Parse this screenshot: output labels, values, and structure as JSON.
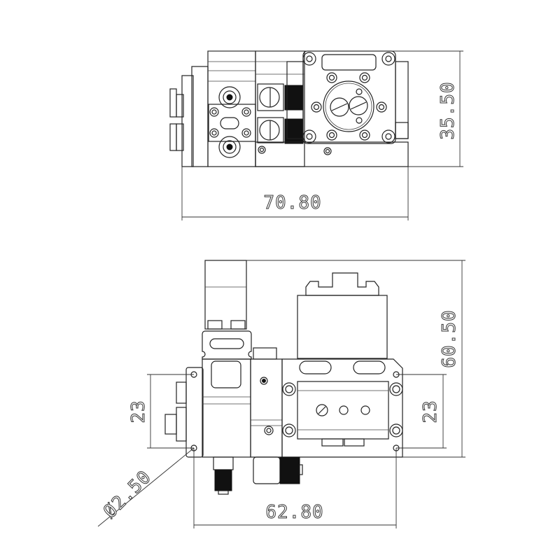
{
  "top_view": {
    "width_dimension": "70.80",
    "height_dimension": "35.50"
  },
  "front_view": {
    "height_dimension": "60.50",
    "left_hole_spacing": "23",
    "right_hole_spacing": "23",
    "hole_span_dimension": "62.80",
    "hole_diameter": "Ø2.50"
  }
}
